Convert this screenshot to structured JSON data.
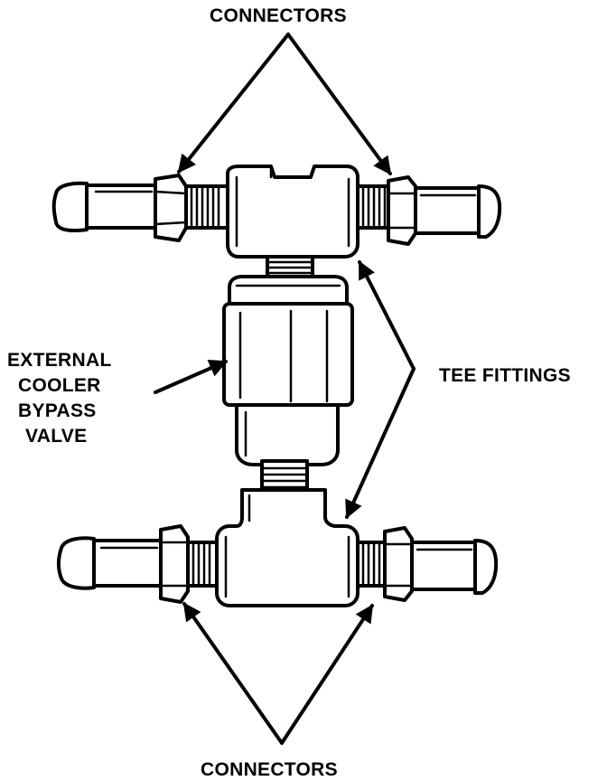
{
  "labels": {
    "connectors_top": "CONNECTORS",
    "connectors_bottom": "CONNECTORS",
    "tee_fittings": "TEE FITTINGS",
    "valve_line1": "EXTERNAL",
    "valve_line2": "COOLER",
    "valve_line3": "BYPASS",
    "valve_line4": "VALVE"
  },
  "colors": {
    "ink": "#000000",
    "paper": "#ffffff"
  }
}
